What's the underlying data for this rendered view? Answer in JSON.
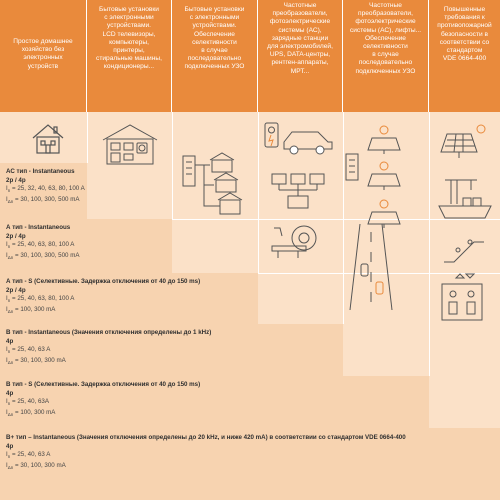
{
  "columns": [
    {
      "label": "Простое домашнее\nхозяйство без\nэлектронных\nустройств"
    },
    {
      "label": "Бытовые установки\nс электронными\nустройствами.\nLCD телевизоры,\nкомпьютеры,\nпринтеры,\nстиральные машины,\nкондиционеры..."
    },
    {
      "label": "Бытовые установки\nс электронными\nустройствами.\nОбеспечение\nселективности\nв случае\nпоследовательно\nподключенных УЗО"
    },
    {
      "label": "Частотные\nпреобразователи,\nфотоэлектрические\nсистемы (АС),\nзарядные станции\nдля электромобилей,\nUPS, DATA-центры,\nрентген-аппараты,\nМРТ..."
    },
    {
      "label": "Частотные\nпреобразователи,\nфотоэлектрические\nсистемы (АС), лифты...\nОбеспечение\nселективности\nв случае\nпоследовательно\nподключенных УЗО"
    },
    {
      "label": "Повышенные\nтребования к\nпротивопожарной\nбезопасности в\nсоответствии со\nстандартом\nVDE 0664-400"
    }
  ],
  "rows": [
    {
      "title": "АС тип - Instantaneous",
      "poles": "2p / 4p",
      "in": "= 25, 32, 40, 63, 80, 100 A",
      "idn": "= 30, 100, 300, 500 mA"
    },
    {
      "title": "А тип - Instantaneous",
      "poles": "2p / 4p",
      "in": "= 25, 40, 63, 80, 100 A",
      "idn": "= 30, 100, 300, 500 mA"
    },
    {
      "title": "А тип - S (Селективные. Задержка отключения от 40 до 150 ms)",
      "poles": "2p / 4p",
      "in": "= 25, 40, 63, 80, 100 A",
      "idn": "= 100, 300 mA"
    },
    {
      "title": "B тип - Instantaneous (Значения отключения определены до 1 kHz)",
      "poles": "4p",
      "in": "= 25, 40, 63 A",
      "idn": "= 30, 100, 300 mA"
    },
    {
      "title": "B тип - S (Селективные. Задержка отключения от 40 до 150 ms)",
      "poles": "4p",
      "in": "= 25, 40, 63A",
      "idn": "= 100, 300 mA"
    },
    {
      "title": "B+ тип – Instantaneous (Значения отключения определены до 20 kHz, и ниже 420 mA) в соответствии со стандартом VDE 0664-400",
      "poles": "4p",
      "in": "= 25, 40, 63 A",
      "idn": "= 30, 100, 300 mA"
    }
  ],
  "symbols": {
    "in": "I",
    "in_sub": "n",
    "idn": "I",
    "idn_sub": "Δn"
  },
  "colors": {
    "header": "#e98a3c",
    "band": "#f7d3b0",
    "light": "#fbe1c8",
    "icon": "#555555"
  }
}
